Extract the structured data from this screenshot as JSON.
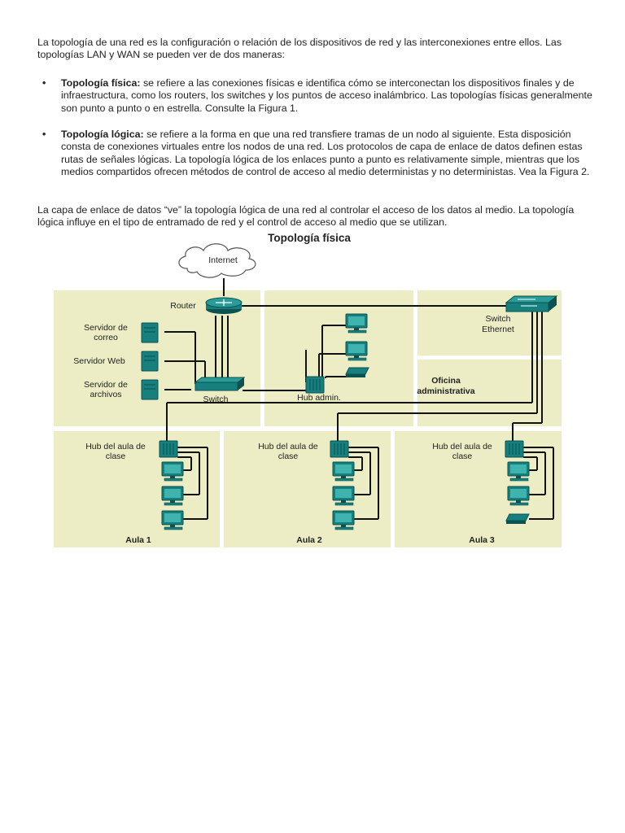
{
  "intro": "La topología de una red es la configuración o relación de los dispositivos de red y las interconexiones entre ellos. Las topologías LAN y WAN se pueden ver de dos maneras:",
  "bullets": [
    {
      "term": "Topología física:",
      "text": " se refiere a las conexiones físicas e identifica cómo se interconectan los dispositivos finales y de infraestructura, como los routers, los switches y los puntos de acceso inalámbrico. Las topologías físicas generalmente son punto a punto o en estrella. Consulte la Figura 1."
    },
    {
      "term": "Topología lógica:",
      "text": " se refiere a la forma en que una red transfiere tramas de un nodo al siguiente. Esta disposición consta de conexiones virtuales entre los nodos de una red. Los protocolos de capa de enlace de datos definen estas rutas de señales lógicas. La topología lógica de los enlaces punto a punto es relativamente simple, mientras que los medios compartidos ofrecen métodos de control de acceso al medio deterministas y no deterministas. Vea la Figura 2."
    }
  ],
  "closing": "La capa de enlace de datos “ve” la topología lógica de una red al controlar el acceso de los datos al medio. La topología lógica influye en el tipo de entramado de red y el control de acceso al medio que se utilizan.",
  "figure": {
    "title": "Topología física",
    "internet": "Internet",
    "router": "Router",
    "switch": "Switch",
    "switch_ethernet": [
      "Switch",
      "Ethernet"
    ],
    "mail_server": [
      "Servidor de",
      "correo"
    ],
    "web_server": "Servidor Web",
    "file_server": [
      "Servidor de",
      "archivos"
    ],
    "hub_admin": "Hub admin.",
    "office": [
      "Oficina",
      "administrativa"
    ],
    "classroom_hub": [
      "Hub del aula de",
      "clase"
    ],
    "classrooms": [
      "Aula 1",
      "Aula 2",
      "Aula 3"
    ],
    "colors": {
      "zone": "#ecedc4",
      "line": "#111111",
      "device": "#17807e",
      "device_dark": "#0b5250",
      "cloud": "#ffffff"
    }
  }
}
